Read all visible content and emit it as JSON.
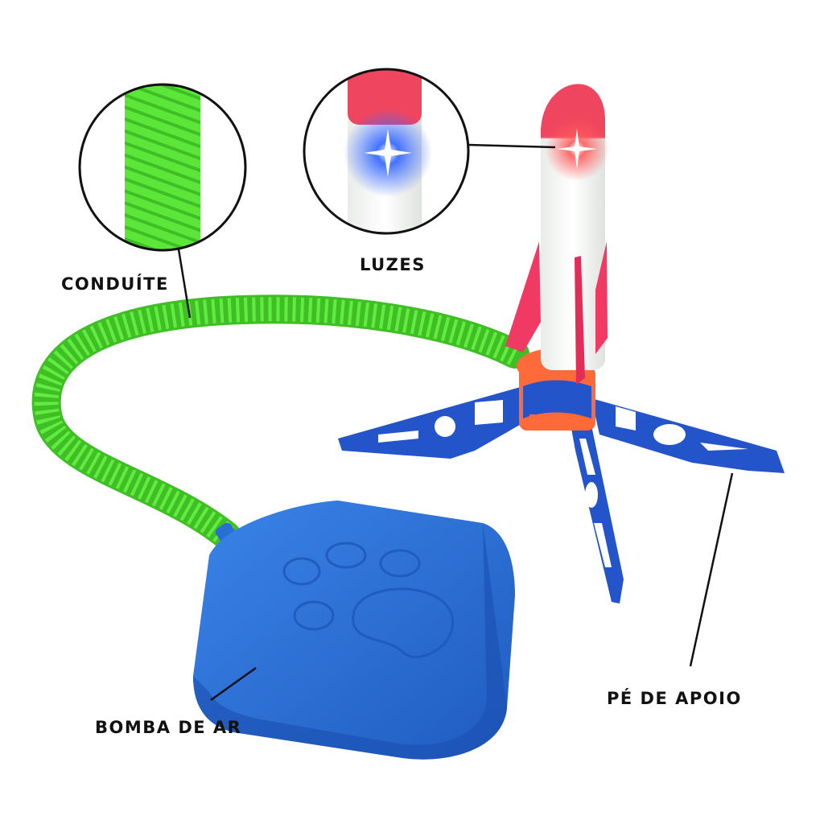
{
  "labels": {
    "conduite": "CONDUÍTE",
    "luzes": "LUZES",
    "bomba": "BOMBA DE AR",
    "pe_apoio": "PÉ DE APOIO"
  },
  "colors": {
    "hose": "#5de63a",
    "pump": "#2a6fd6",
    "stand": "#2454c9",
    "rocket_tip": "#f0455f",
    "rocket_body": "#f2f5f2",
    "fins": "#f03a63",
    "base_ring": "#ff6a3a"
  },
  "icons": [
    "conduit-zoom-inset",
    "lights-zoom-inset",
    "foam-rocket",
    "air-pump",
    "launch-stand"
  ]
}
